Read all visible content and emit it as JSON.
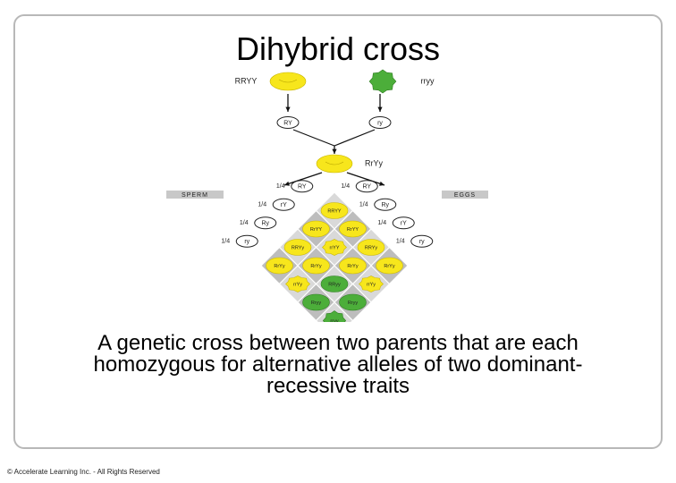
{
  "slide": {
    "title": "Dihybrid cross",
    "caption_lines": [
      "A genetic cross between two parents that are each",
      "homozygous for alternative alleles of two dominant-",
      "recessive traits"
    ],
    "footer": "© Accelerate Learning Inc. - All Rights Reserved"
  },
  "diagram": {
    "parent1_genotype": "RRYY",
    "parent2_genotype": "rryy",
    "gamete1": "RY",
    "gamete2": "ry",
    "f1_genotype": "RrYy",
    "sperm_label": "SPERM",
    "eggs_label": "EGGS",
    "fraction": "1/4",
    "sperm_gametes": [
      "RY",
      "rY",
      "Ry",
      "ry"
    ],
    "egg_gametes": [
      "RY",
      "Ry",
      "rY",
      "ry"
    ],
    "offspring": [
      [
        "RRYY",
        "RrYY",
        "RRYy",
        "RrYy"
      ],
      [
        "RrYY",
        "rrYY",
        "RrYy",
        "rrYy"
      ],
      [
        "RRYy",
        "RrYy",
        "RRyy",
        "Rryy"
      ],
      [
        "RrYy",
        "rrYy",
        "Rryy",
        "rryy"
      ]
    ],
    "colors": {
      "yellow_pea": "#f7e61c",
      "green_pea": "#4cae3a",
      "grid_light": "#d9d9d9",
      "grid_dark": "#bdbdbd",
      "label_bar": "#c8c8c8"
    }
  }
}
